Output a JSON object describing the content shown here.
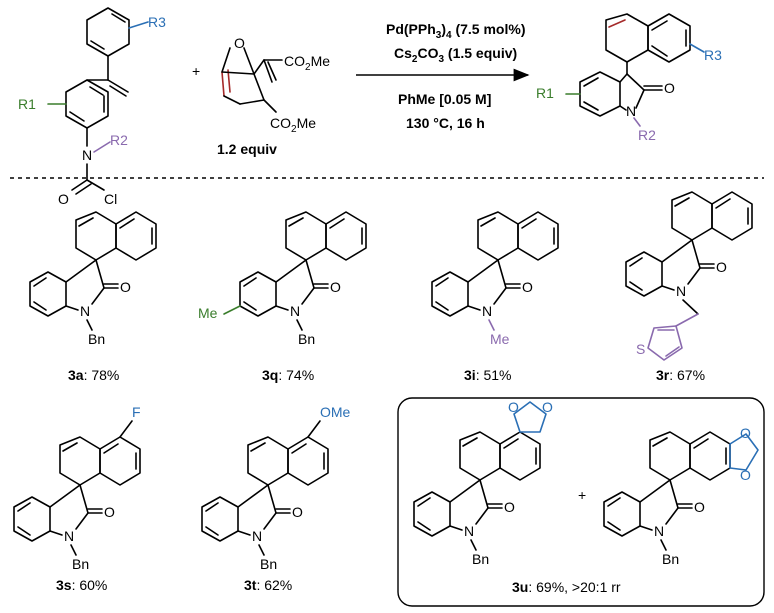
{
  "colors": {
    "green": "#3a7d2c",
    "blue": "#2a6fb5",
    "purple": "#8a6aae",
    "red": "#a52a2a",
    "black": "#000000"
  },
  "reaction": {
    "plus": "+",
    "equiv": "1.2 equiv",
    "conditions": {
      "line1": "Pd(PPh3)4 (7.5 mol%)",
      "line2": "Cs2CO3 (1.5 equiv)",
      "line3": "PhMe [0.05 M]",
      "line4": "130 °C, 16 h"
    },
    "substrate_labels": {
      "R1": "R1",
      "R2": "R2",
      "R3": "R3",
      "N": "N",
      "O": "O",
      "Cl": "Cl"
    },
    "reagent_labels": {
      "O": "O",
      "ester_top": "CO2Me",
      "ester_bottom": "CO2Me"
    },
    "product_labels": {
      "R1": "R1",
      "R2": "R2",
      "R3": "R3",
      "N": "N",
      "O": "O"
    }
  },
  "products": [
    {
      "id": "3a",
      "yield": "78%",
      "N_sub": "Bn"
    },
    {
      "id": "3q",
      "yield": "74%",
      "N_sub": "Bn",
      "ring_sub": "Me"
    },
    {
      "id": "3i",
      "yield": "51%",
      "N_sub": "Me"
    },
    {
      "id": "3r",
      "yield": "67%",
      "het": "S"
    },
    {
      "id": "3s",
      "yield": "60%",
      "N_sub": "Bn",
      "ring_sub": "F"
    },
    {
      "id": "3t",
      "yield": "62%",
      "N_sub": "Bn",
      "ring_sub": "OMe"
    },
    {
      "id": "3u",
      "yield": "69%, >20:1 rr",
      "N_sub": "Bn",
      "plus": "+"
    }
  ]
}
